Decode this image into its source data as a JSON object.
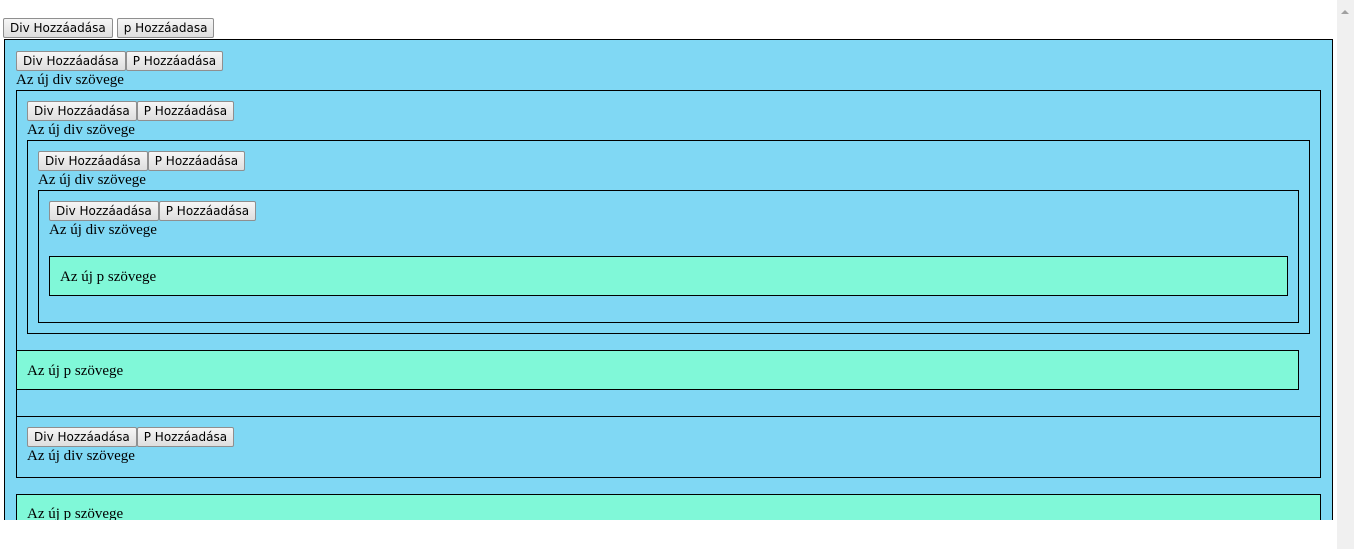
{
  "toolbar": {
    "add_div": "Div Hozzáadása",
    "add_p": "p Hozzáadasa"
  },
  "nested": {
    "add_div": "Div Hozzáadása",
    "add_p": "P Hozzáadása"
  },
  "div_text": "Az új div szövege",
  "p_text": "Az új p szövege",
  "colors": {
    "div_bg": "#80d8f4",
    "p_bg": "#80f8d8",
    "border": "#000000"
  }
}
